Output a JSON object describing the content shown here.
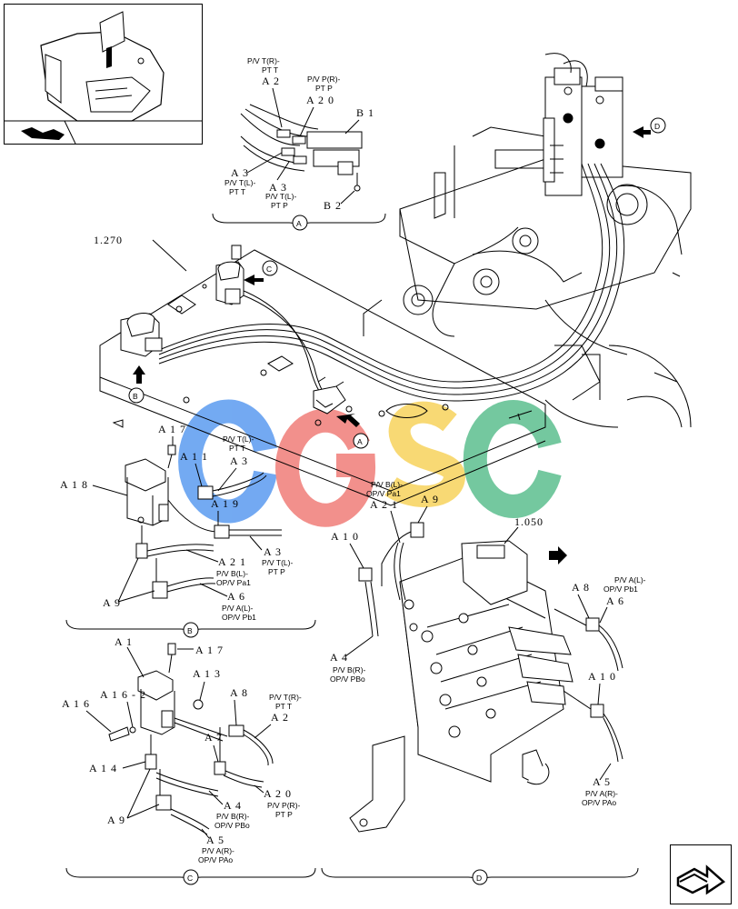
{
  "sections": [
    {
      "id": "A",
      "letter": "A"
    },
    {
      "id": "B",
      "letter": "B"
    },
    {
      "id": "C",
      "letter": "C"
    },
    {
      "id": "D",
      "letter": "D"
    }
  ],
  "refs": {
    "r1270": "1.270",
    "r1050": "1.050"
  },
  "section_a": {
    "pvtr": "P/V T(R)-",
    "pvtr2": "PT T",
    "a2": "A 2",
    "pvpr": "P/V P(R)-",
    "pvpr2": "PT P",
    "a20": "A 2 0",
    "b1": "B 1",
    "a3a": "A 3",
    "pvtl": "P/V T(L)-",
    "pvtl2": "PT T",
    "a3b": "A 3",
    "pvtl_b": "P/V T(L)-",
    "pvtl_b2": "PT P",
    "b2": "B 2"
  },
  "section_b": {
    "a17": "A 1 7",
    "pvtl": "P/V T(L)-",
    "pvtl2": "PT T",
    "a11": "A 1 1",
    "a3": "A 3",
    "a18": "A 1 8",
    "a19": "A 1 9",
    "a3b": "A 3",
    "pvtl_p": "P/V T(L)-",
    "pvtl_p2": "PT P",
    "a21": "A 2 1",
    "pvbl": "P/V B(L)-",
    "pvbl2": "OP/V Pa1",
    "a9": "A 9",
    "a6": "A 6",
    "pval": "P/V A(L)-",
    "pval2": "OP/V Pb1"
  },
  "section_c": {
    "a1": "A 1",
    "a17": "A 1 7",
    "a13": "A 1 3",
    "a16": "A 1 6",
    "a162": "A 1 6 - 2",
    "a8": "A 8",
    "pvtr": "P/V T(R)-",
    "pvtr2": "PT T",
    "a2": "A 2",
    "a7": "A 7",
    "a14": "A 1 4",
    "a9": "A 9",
    "a4": "A 4",
    "pvbr": "P/V B(R)-",
    "pvbr2": "OP/V PBo",
    "a20": "A 2 0",
    "pvpr": "P/V P(R)-",
    "pvpr2": "PT P",
    "a5": "A 5",
    "pvar": "P/V A(R)-",
    "pvar2": "OP/V PAo"
  },
  "section_d": {
    "pvbl": "P/V B(L)-",
    "pvbl2": "OP/V Pa1",
    "a21": "A 2 1",
    "a9": "A 9",
    "a10": "A 1 0",
    "a10b": "A 1 0",
    "a8": "A 8",
    "pval": "P/V A(L)-",
    "pval2": "OP/V Pb1",
    "a6": "A 6",
    "a4": "A 4",
    "pvbr": "P/V B(R)-",
    "pvbr2": "OP/V PBo",
    "a5": "A 5",
    "pvar": "P/V A(R)-",
    "pvar2": "OP/V PAo"
  },
  "watermark": {
    "letters": [
      "C",
      "G",
      "S",
      "C"
    ],
    "colors": [
      "#5b9bf0",
      "#f07d78",
      "#f7d35c",
      "#5cbf8f"
    ]
  }
}
